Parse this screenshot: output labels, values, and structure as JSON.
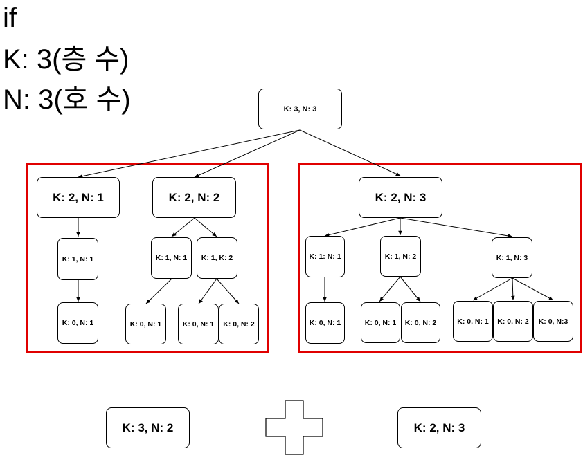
{
  "heading": {
    "line1": "if",
    "line2": "K: 3(층 수)",
    "line3": "N: 3(호 수)"
  },
  "colors": {
    "highlight_box": "#e00000",
    "node_border": "#000000",
    "divider": "#c8c8c8"
  },
  "tree": {
    "root": "K: 3, N: 3",
    "left": {
      "a": "K: 2, N: 1",
      "b": "K: 2, N: 2",
      "a1": "K: 1, N: 1",
      "a1a": "K: 0, N: 1",
      "b1": "K: 1, N: 1",
      "b2": "K: 1, K: 2",
      "b1a": "K: 0, N: 1",
      "b2a": "K: 0, N: 1",
      "b2b": "K: 0, N: 2"
    },
    "right": {
      "c": "K: 2, N: 3",
      "c1": "K: 1: N: 1",
      "c2": "K: 1, N: 2",
      "c3": "K: 1, N: 3",
      "c1a": "K: 0, N: 1",
      "c2a": "K: 0, N: 1",
      "c2b": "K: 0, N: 2",
      "c3a": "K: 0, N: 1",
      "c3b": "K: 0, N: 2",
      "c3c": "K: 0, N:3"
    }
  },
  "bottom": {
    "left": "K: 3, N: 2",
    "right": "K: 2, N: 3",
    "operator_icon": "plus-icon"
  }
}
